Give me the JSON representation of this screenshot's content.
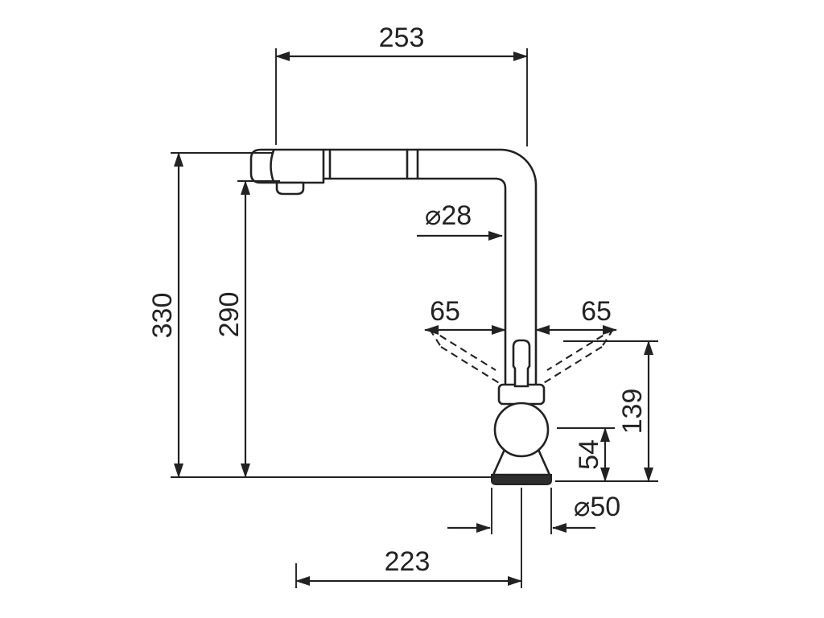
{
  "drawing": {
    "type": "technical-dimension-drawing",
    "subject": "kitchen-faucet-side-elevation",
    "labels": {
      "spout_reach_top": "253",
      "overall_height": "330",
      "spout_outlet_height": "290",
      "spout_tube_diameter": "⌀28",
      "handle_swing_left": "65",
      "handle_swing_right": "65",
      "handle_top_height": "139",
      "body_center_height": "54",
      "base_diameter": "⌀50",
      "outlet_to_axis_width": "223"
    },
    "colors": {
      "line": "#222222",
      "background": "#ffffff",
      "base_fill": "#2d2d2d"
    }
  }
}
